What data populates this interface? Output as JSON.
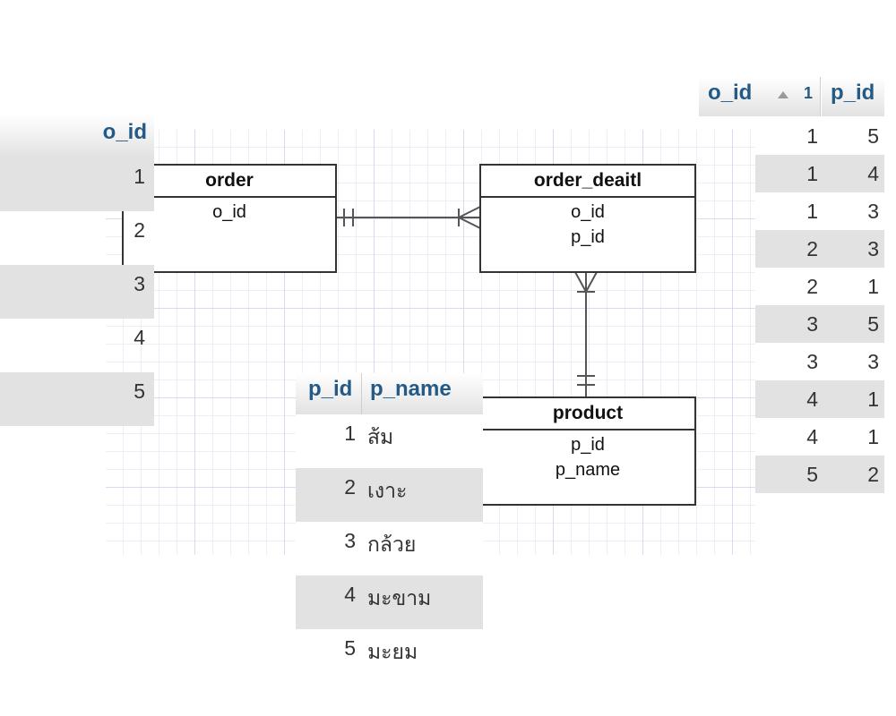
{
  "left_table": {
    "header": "o_id",
    "rows": [
      "1",
      "2",
      "3",
      "4",
      "5"
    ]
  },
  "er_diagram": {
    "order": {
      "name": "order",
      "attrs": [
        "o_id"
      ]
    },
    "order_detail": {
      "name": "order_deaitl",
      "attrs": [
        "o_id",
        "p_id"
      ]
    },
    "product": {
      "name": "product",
      "attrs": [
        "p_id",
        "p_name"
      ]
    }
  },
  "product_table": {
    "headers": [
      "p_id",
      "p_name"
    ],
    "rows": [
      [
        "1",
        "ส้ม"
      ],
      [
        "2",
        "เงาะ"
      ],
      [
        "3",
        "กล้วย"
      ],
      [
        "4",
        "มะขาม"
      ],
      [
        "5",
        "มะยม"
      ]
    ]
  },
  "right_table": {
    "headers": [
      "o_id",
      "p_id"
    ],
    "sort_indicator": "1",
    "rows": [
      [
        "1",
        "5"
      ],
      [
        "1",
        "4"
      ],
      [
        "1",
        "3"
      ],
      [
        "2",
        "3"
      ],
      [
        "2",
        "1"
      ],
      [
        "3",
        "5"
      ],
      [
        "3",
        "3"
      ],
      [
        "4",
        "1"
      ],
      [
        "4",
        "1"
      ],
      [
        "5",
        "2"
      ]
    ]
  },
  "colors": {
    "header_text": "#245a86",
    "alt_row": "#e2e2e2",
    "cell_text": "#333333"
  }
}
